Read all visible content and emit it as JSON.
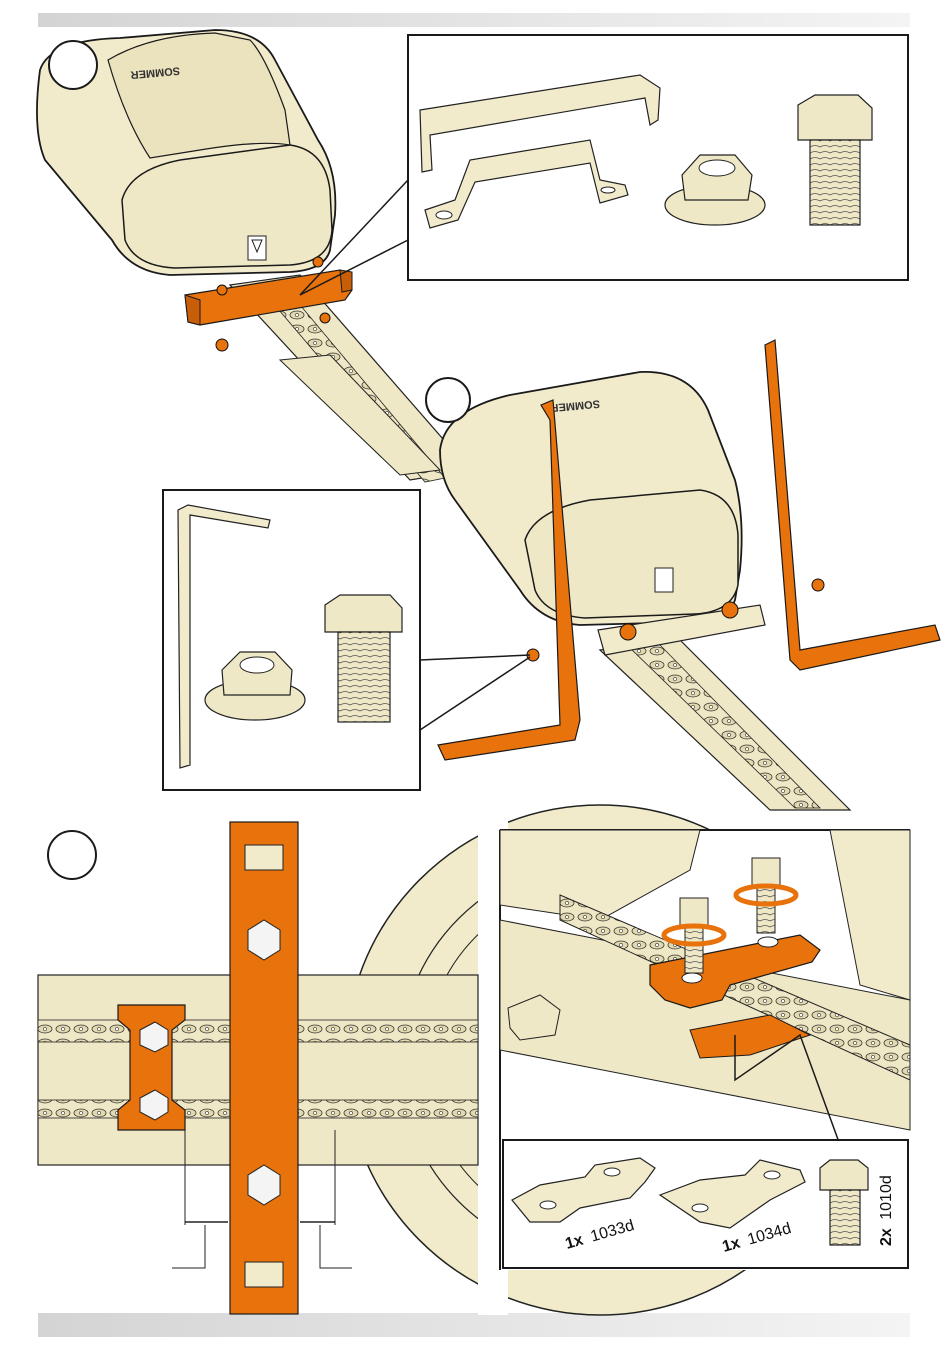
{
  "brand_text": "SOMMER",
  "colors": {
    "part": "#f1ebcc",
    "highlight": "#e8720c",
    "outline": "#1a1a1a"
  },
  "parts": [
    {
      "qty": "1x",
      "code": "1033d"
    },
    {
      "qty": "1x",
      "code": "1034d"
    },
    {
      "qty": "2x",
      "code": "1010d"
    }
  ]
}
